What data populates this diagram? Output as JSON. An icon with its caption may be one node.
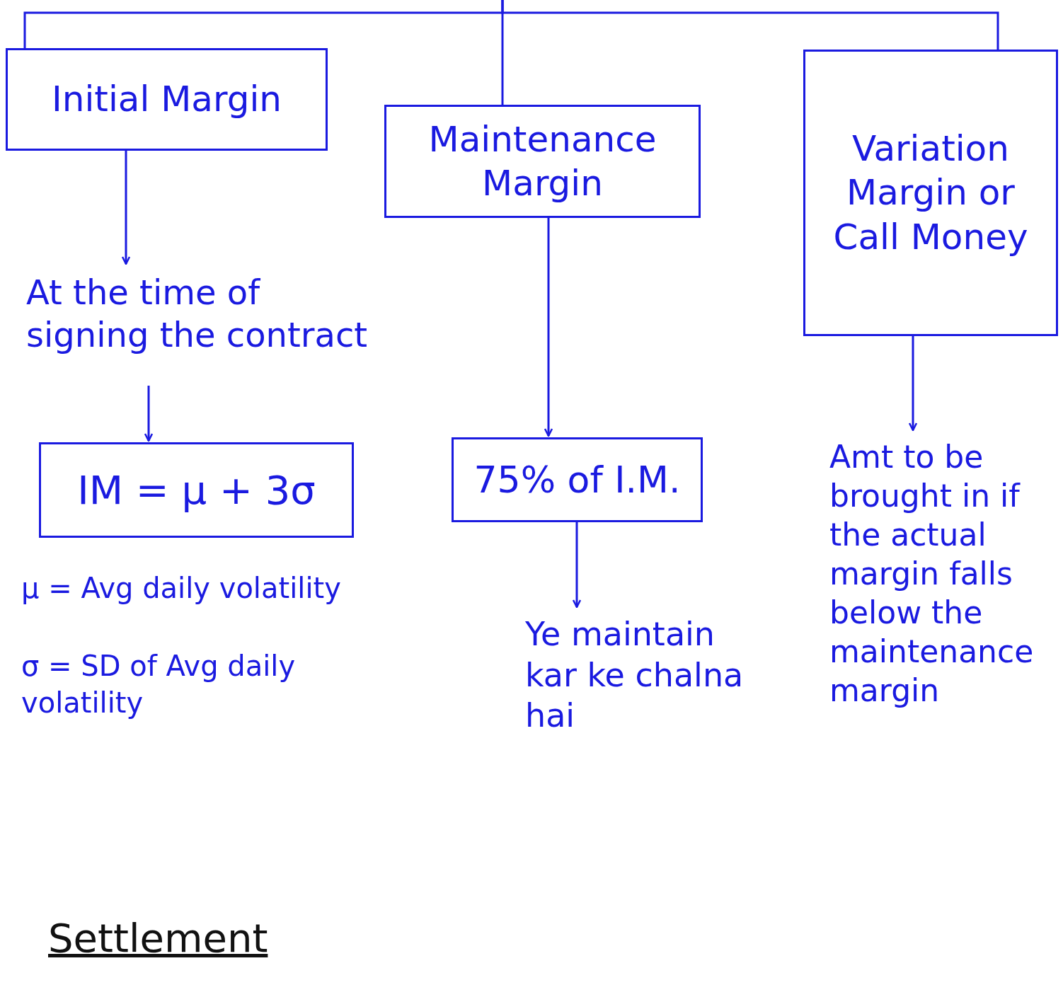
{
  "diagram": {
    "nodes": [
      {
        "text": [
          "Initial Margin"
        ]
      },
      {
        "text": [
          "Maintenance Margin"
        ]
      },
      {
        "text": [
          "Variation Margin or Call Money"
        ]
      },
      {
        "text": [
          "At the time of signing the contract"
        ]
      },
      {
        "text": [
          "IM = μ + 3σ"
        ]
      },
      {
        "text": [
          "75% of I.M."
        ]
      },
      {
        "text": [
          "Ye maintain kar ke chalna hai"
        ]
      },
      {
        "text": [
          "Amt to be brought in if the actual margin falls below the maintenance margin"
        ]
      }
    ],
    "edges": [
      {
        "from": null,
        "to": 0,
        "arrow": "none"
      },
      {
        "from": null,
        "to": 1,
        "arrow": "none"
      },
      {
        "from": null,
        "to": 2,
        "arrow": "none"
      },
      {
        "from": 0,
        "to": 3,
        "arrow": "to"
      },
      {
        "from": 3,
        "to": 4,
        "arrow": "to"
      },
      {
        "from": 1,
        "to": 5,
        "arrow": "to"
      },
      {
        "from": 5,
        "to": 6,
        "arrow": "to"
      },
      {
        "from": 2,
        "to": 7,
        "arrow": "to"
      }
    ],
    "labels": [
      "μ = Avg daily volatility",
      "σ = SD of Avg daily volatility",
      "Settlement"
    ]
  }
}
